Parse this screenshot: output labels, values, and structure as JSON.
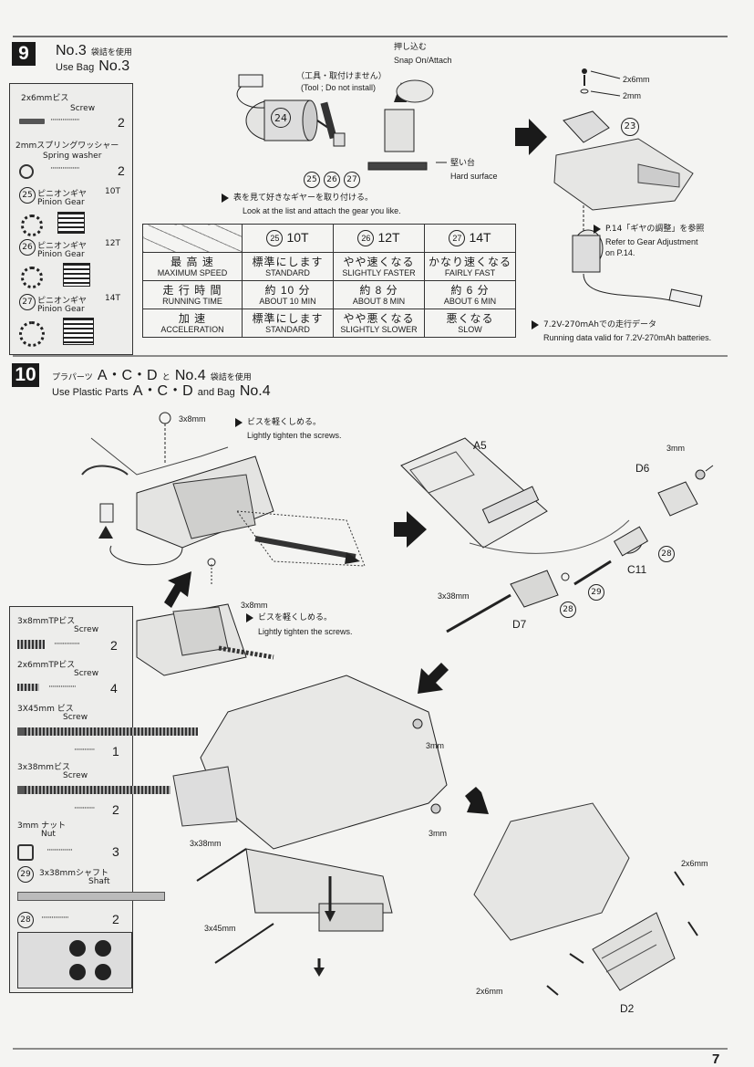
{
  "step9": {
    "number": "9",
    "title_jp_prefix": "No.3",
    "title_jp_suffix": "袋詰を使用",
    "title_en_prefix": "Use Bag",
    "title_en_bag": "No.3",
    "parts": [
      {
        "jp": "2x6mmビス",
        "en": "Screw",
        "qty": "2"
      },
      {
        "jp": "2mmスプリングワッシャー",
        "en": "Spring washer",
        "qty": "2"
      },
      {
        "id": "25",
        "jp": "ピニオンギヤ",
        "size": "10T",
        "en": "Pinion Gear"
      },
      {
        "id": "26",
        "jp": "ピニオンギヤ",
        "size": "12T",
        "en": "Pinion Gear"
      },
      {
        "id": "27",
        "jp": "ピニオンギヤ",
        "size": "14T",
        "en": "Pinion Gear"
      }
    ],
    "motor_id": "24",
    "snap_jp": "押し込む",
    "snap_en": "Snap On/Attach",
    "tool_jp": "（工具・取付けません）",
    "tool_en": "(Tool ; Do not install)",
    "hard_jp": "堅い台",
    "hard_en": "Hard surface",
    "gear_ids": [
      "25",
      "26",
      "27"
    ],
    "list_note_jp": "表を見て好きなギヤーを取り付ける。",
    "list_note_en": "Look at the list and attach the gear you like.",
    "table": {
      "headers": [
        {
          "id": "25",
          "label": "10T"
        },
        {
          "id": "26",
          "label": "12T"
        },
        {
          "id": "27",
          "label": "14T"
        }
      ],
      "rows": [
        {
          "jp": "最 高 速",
          "en": "MAXIMUM SPEED",
          "cells": [
            {
              "jp": "標準にします",
              "en": "STANDARD"
            },
            {
              "jp": "やや速くなる",
              "en": "SLIGHTLY FASTER"
            },
            {
              "jp": "かなり速くなる",
              "en": "FAIRLY FAST"
            }
          ]
        },
        {
          "jp": "走 行 時 間",
          "en": "RUNNING TIME",
          "cells": [
            {
              "jp": "約 10 分",
              "en": "ABOUT 10 MIN"
            },
            {
              "jp": "約 8 分",
              "en": "ABOUT 8 MIN"
            },
            {
              "jp": "約 6 分",
              "en": "ABOUT 6 MIN"
            }
          ]
        },
        {
          "jp": "加 速",
          "en": "ACCELERATION",
          "cells": [
            {
              "jp": "標準にします",
              "en": "STANDARD"
            },
            {
              "jp": "やや悪くなる",
              "en": "SLIGHTLY SLOWER"
            },
            {
              "jp": "悪くなる",
              "en": "SLOW"
            }
          ]
        }
      ]
    },
    "screw_2x6": "2x6mm",
    "washer_2mm": "2mm",
    "part_23": "23",
    "ref_jp": "P.14「ギヤの調整」を参照",
    "ref_en1": "Refer to Gear Adjustment",
    "ref_en2": "on P.14.",
    "batt_jp": "7.2V-270mAhでの走行データ",
    "batt_en": "Running data valid for 7.2V-270mAh batteries."
  },
  "step10": {
    "number": "10",
    "title_jp_prefix": "プラパーツ",
    "title_jp_parts": "A・C・D",
    "title_jp_and": "と",
    "title_jp_bag": "No.4",
    "title_jp_suffix": "袋詰を使用",
    "title_en_prefix": "Use Plastic Parts",
    "title_en_parts": "A・C・D",
    "title_en_and": "and Bag",
    "title_en_bag": "No.4",
    "parts": [
      {
        "jp": "3x8mmTPビス",
        "en": "Screw",
        "qty": "2"
      },
      {
        "jp": "2x6mmTPビス",
        "en": "Screw",
        "qty": "4"
      },
      {
        "jp": "3X45mm ビス",
        "en": "Screw",
        "qty": "1"
      },
      {
        "jp": "3x38mmビス",
        "en": "Screw",
        "qty": "2"
      },
      {
        "jp": "3mm ナット",
        "en": "Nut",
        "qty": "3"
      },
      {
        "id": "29",
        "jp": "3x38mmシャフト",
        "en": "Shaft"
      },
      {
        "id": "28",
        "qty": "2"
      }
    ],
    "callouts": {
      "screw_3x8_a": "3x8mm",
      "tighten_jp_a": "ビスを軽くしめる。",
      "tighten_en_a": "Lightly tighten the screws.",
      "screw_3x8_b": "3x8mm",
      "tighten_jp_b": "ビスを軽くしめる。",
      "tighten_en_b": "Lightly tighten the screws.",
      "a5": "A5",
      "d6": "D6",
      "nut_3mm_top": "3mm",
      "c11": "C11",
      "p28a": "28",
      "p28b": "28",
      "p29": "29",
      "screw_3x38_top": "3x38mm",
      "d7": "D7",
      "nut_3mm_mid": "3mm",
      "nut_3mm_low": "3mm",
      "screw_3x38_left": "3x38mm",
      "screw_3x45": "3x45mm",
      "screw_2x6_right": "2x6mm",
      "screw_2x6_bottom": "2x6mm",
      "d2": "D2"
    }
  },
  "page_number": "7"
}
